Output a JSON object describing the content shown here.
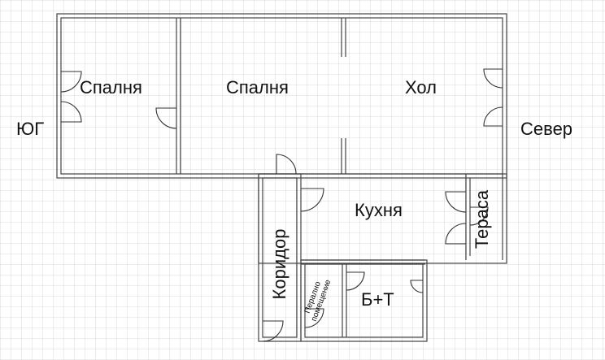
{
  "orientation": {
    "south": "ЮГ",
    "north": "Север"
  },
  "rooms": [
    {
      "id": "bedroom-1",
      "label": "Спалня"
    },
    {
      "id": "bedroom-2",
      "label": "Спалня"
    },
    {
      "id": "hall",
      "label": "Хол"
    },
    {
      "id": "kitchen",
      "label": "Кухня"
    },
    {
      "id": "terrace",
      "label": "Тераса"
    },
    {
      "id": "corridor",
      "label": "Коридор"
    },
    {
      "id": "laundry",
      "label": "Перално помещение"
    },
    {
      "id": "bathroom",
      "label": "Б+Т"
    }
  ],
  "colors": {
    "grid_line": "#c8c8c8",
    "grid_major": "#a8a8a8",
    "wall": "#444444",
    "wall_fill": "#7a7a7a",
    "text": "#111111"
  }
}
